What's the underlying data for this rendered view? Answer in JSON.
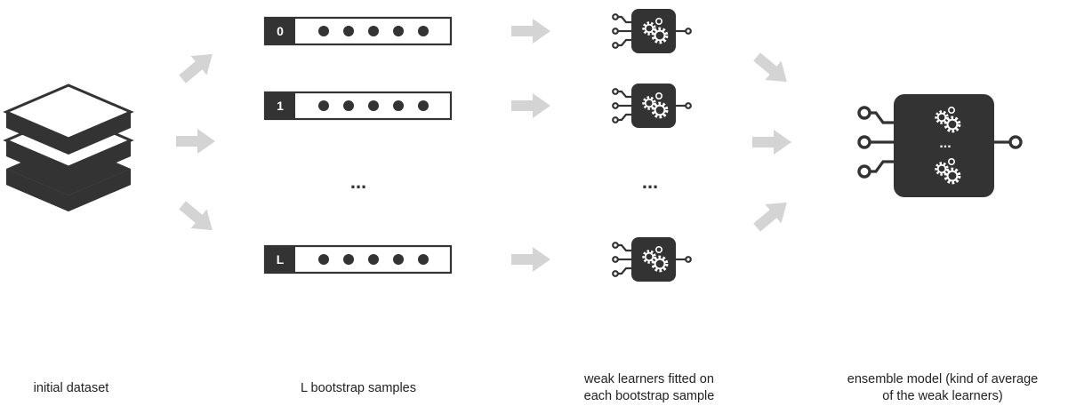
{
  "colors": {
    "dark": "#333333",
    "arrow": "#d4d4d4",
    "background": "#ffffff",
    "gear": "#ffffff"
  },
  "stages": {
    "dataset": {
      "caption": "initial dataset",
      "icon": "stacked-layers-icon"
    },
    "samples": {
      "caption": "L bootstrap samples",
      "items": [
        {
          "label": "0",
          "dots": 5
        },
        {
          "label": "1",
          "dots": 5
        },
        {
          "label": "L",
          "dots": 5
        }
      ],
      "ellipsis": "..."
    },
    "learners": {
      "caption_line1": "weak learners fitted on",
      "caption_line2": "each bootstrap sample",
      "icon": "weak-learner-gears-icon",
      "ellipsis": "..."
    },
    "ensemble": {
      "caption_line1": "ensemble model (kind of average",
      "caption_line2": "of the weak learners)",
      "icon": "ensemble-model-icon",
      "ellipsis": "..."
    }
  }
}
